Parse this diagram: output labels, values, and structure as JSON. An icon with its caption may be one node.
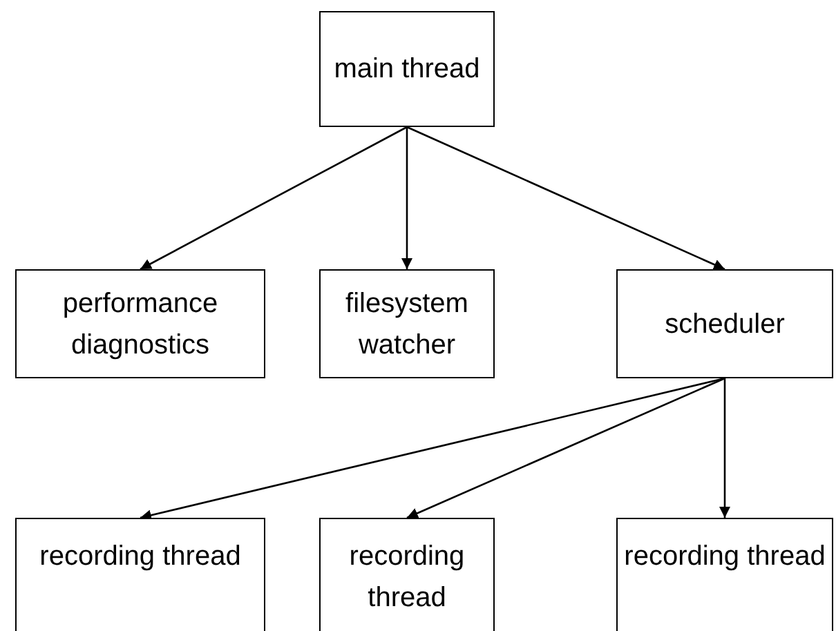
{
  "diagram": {
    "nodes": [
      {
        "text": [
          "main thread"
        ]
      },
      {
        "text": [
          "performance diagnostics"
        ]
      },
      {
        "text": [
          "filesystem watcher"
        ]
      },
      {
        "text": [
          "scheduler"
        ]
      },
      {
        "text": [
          "recording thread"
        ]
      },
      {
        "text": [
          "recording thread"
        ]
      },
      {
        "text": [
          "recording thread"
        ]
      }
    ],
    "edges": [
      {
        "from": 0,
        "to": 1,
        "arrow": "to"
      },
      {
        "from": 0,
        "to": 2,
        "arrow": "to"
      },
      {
        "from": 0,
        "to": 3,
        "arrow": "to"
      },
      {
        "from": 3,
        "to": 4,
        "arrow": "to"
      },
      {
        "from": 3,
        "to": 5,
        "arrow": "to"
      },
      {
        "from": 3,
        "to": 6,
        "arrow": "to"
      }
    ]
  }
}
